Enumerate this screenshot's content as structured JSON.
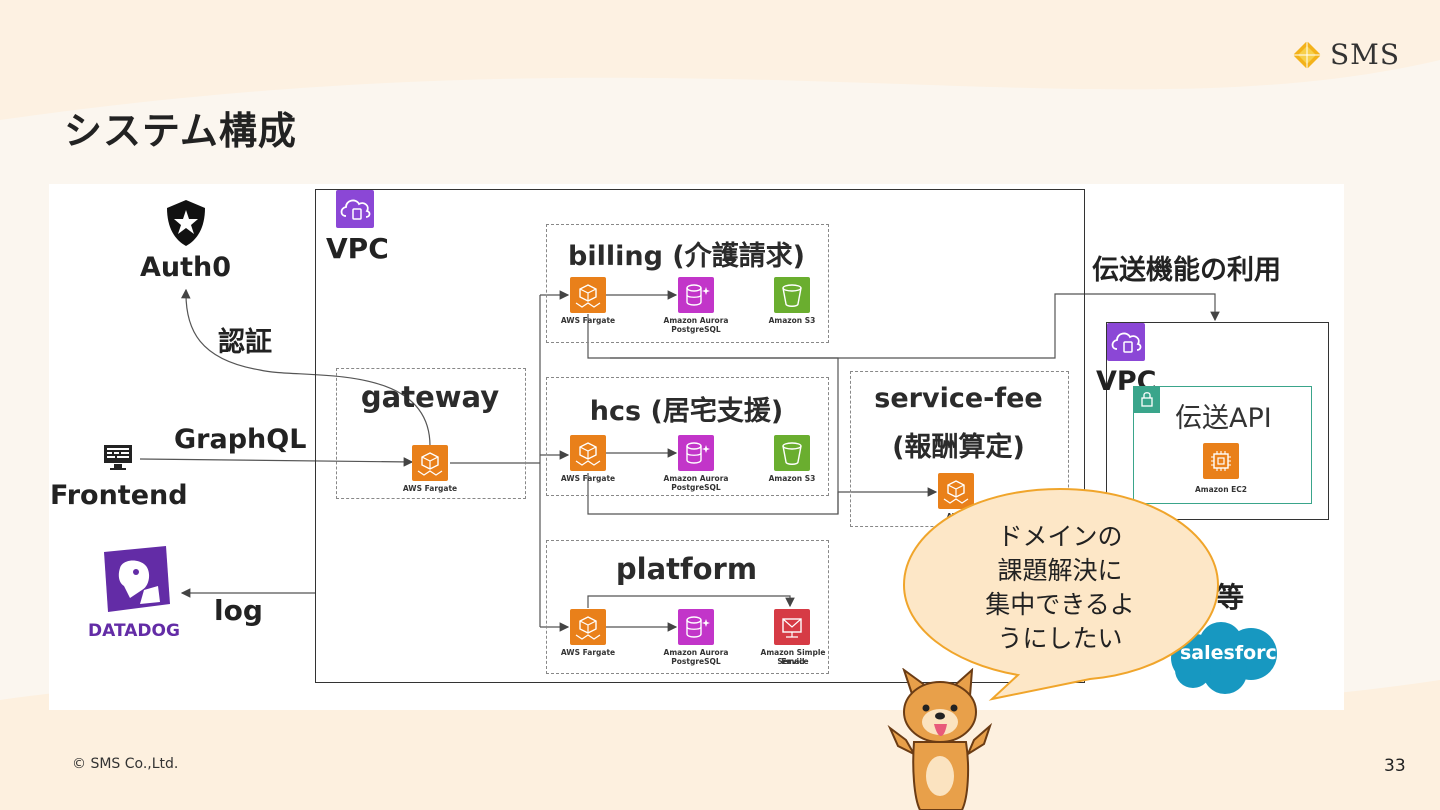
{
  "slide": {
    "title": "システム構成",
    "logo_text": "SMS",
    "footer": "© SMS Co.,Ltd.",
    "page_number": "33"
  },
  "left": {
    "auth0": "Auth0",
    "auth_label": "認証",
    "graphql_label": "GraphQL",
    "frontend": "Frontend",
    "log_label": "log",
    "datadog": "DATADOG"
  },
  "vpc_main": {
    "label": "VPC"
  },
  "gateway": {
    "title": "gateway",
    "fargate": "AWS Fargate"
  },
  "billing": {
    "title": "billing (介護請求)",
    "fargate": "AWS Fargate",
    "aurora": [
      "Amazon Aurora",
      "PostgreSQL"
    ],
    "s3": "Amazon S3"
  },
  "hcs": {
    "title": "hcs (居宅支援)",
    "fargate": "AWS Fargate",
    "aurora": [
      "Amazon Aurora",
      "PostgreSQL"
    ],
    "s3": "Amazon S3"
  },
  "platform": {
    "title": "platform",
    "fargate": "AWS Fargate",
    "aurora": [
      "Amazon Aurora",
      "PostgreSQL"
    ],
    "ses": [
      "Amazon Simple Email",
      "Service"
    ]
  },
  "service_fee": {
    "title_line1": "service-fee",
    "title_line2": "(報酬算定)",
    "fargate": "AWS"
  },
  "right": {
    "transmission_label": "伝送機能の利用",
    "vpc_label": "VPC",
    "api_label": "伝送API",
    "ec2": "Amazon EC2",
    "etc_label": "等",
    "salesforce": "salesforce"
  },
  "bubble": {
    "lines": [
      "ドメインの",
      "課題解決に",
      "集中できるよ",
      "うにしたい"
    ]
  },
  "colors": {
    "fargate": "#e9801a",
    "aurora": "#c235c9",
    "s3": "#6aae2f",
    "ses": "#d63b45",
    "vpc": "#8b47d6",
    "datadog": "#632ca6",
    "salesforce": "#1798c1",
    "subnet": "#3aa58b",
    "bubble_fill": "#fde7c7",
    "bubble_stroke": "#f0a52b"
  }
}
